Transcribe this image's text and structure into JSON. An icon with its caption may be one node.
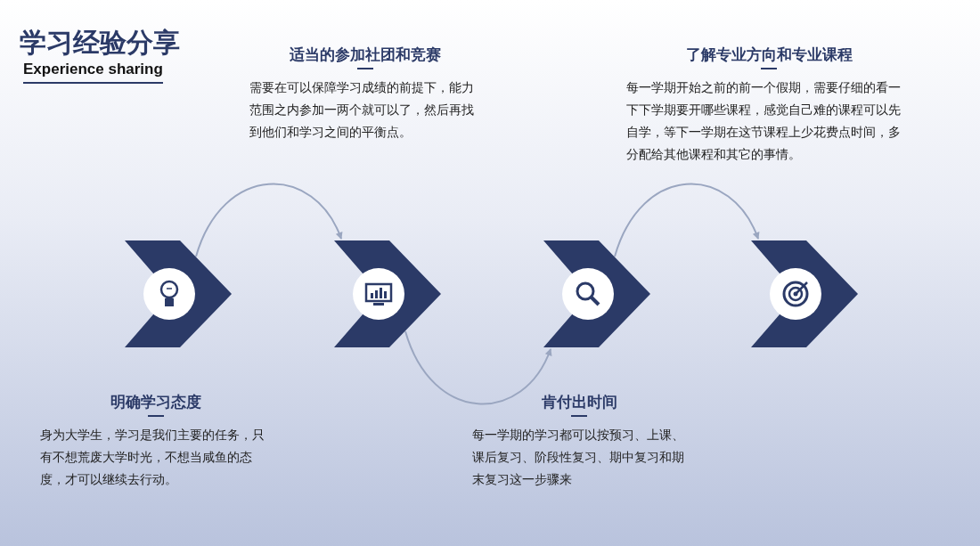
{
  "diagram": {
    "title": "学习经验分享",
    "nodes": [
      {
        "text": [],
        "shape": "chevron",
        "beside": [
          "明确学习态度",
          "身为大学生，学习是我们主要的任务，只有不想荒废大学时光，不想当咸鱼的态度，才可以继续去行动。"
        ]
      },
      {
        "text": [],
        "shape": "chevron",
        "beside": [
          "适当的参加社团和竞赛",
          "需要在可以保障学习成绩的前提下，能力范围之内参加一两个就可以了，然后再找到他们和学习之间的平衡点。"
        ]
      },
      {
        "text": [],
        "shape": "chevron",
        "beside": [
          "肯付出时间",
          "每一学期的学习都可以按预习、上课、课后复习、阶段性复习、期中复习和期末复习这一步骤来"
        ]
      },
      {
        "text": [],
        "shape": "chevron",
        "beside": [
          "了解专业方向和专业课程",
          "每一学期开始之前的前一个假期，需要仔细的看一下下学期要开哪些课程，感觉自己难的课程可以先自学，等下一学期在这节课程上少花费点时间，多分配给其他课程和其它的事情。"
        ]
      }
    ],
    "edges": [
      {
        "from": 0,
        "to": 1,
        "arrow": "to"
      },
      {
        "from": 1,
        "to": 2,
        "arrow": "to"
      },
      {
        "from": 2,
        "to": 3,
        "arrow": "to"
      }
    ],
    "labels": [
      "Experience sharing"
    ]
  }
}
